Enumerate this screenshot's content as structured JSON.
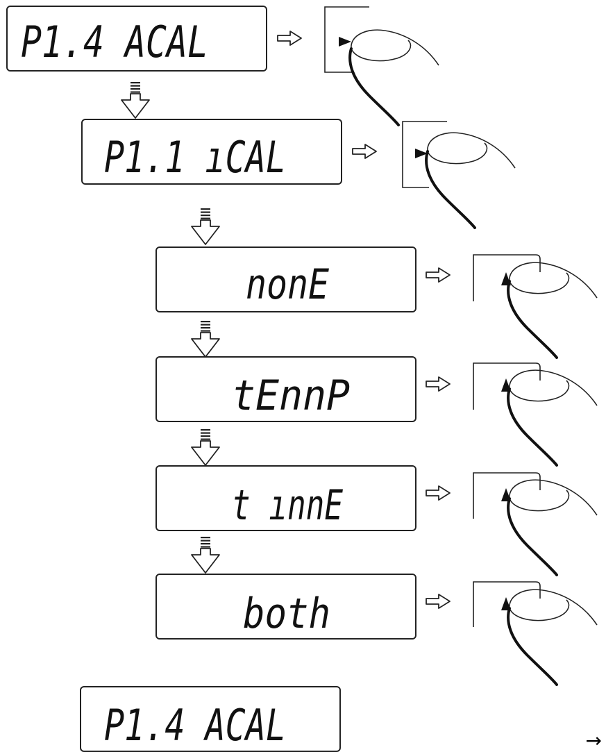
{
  "flow": {
    "step1": "P1.4  ACAL",
    "step2": "P1.1   ıCAL",
    "options": [
      "nonE",
      "tEnnP",
      "t ınnE",
      "both"
    ],
    "result": "P1.4  ACAL"
  },
  "trailing_glyph": "→",
  "icons": {
    "hollow_arrow_right": "hollow-arrow-right-icon",
    "hollow_arrow_down": "hollow-arrow-down-icon",
    "button_right": "right-triangle-key-icon",
    "button_up": "up-triangle-key-icon",
    "finger": "finger-press-icon"
  },
  "colors": {
    "stroke": "#222222",
    "background": "#ffffff"
  }
}
